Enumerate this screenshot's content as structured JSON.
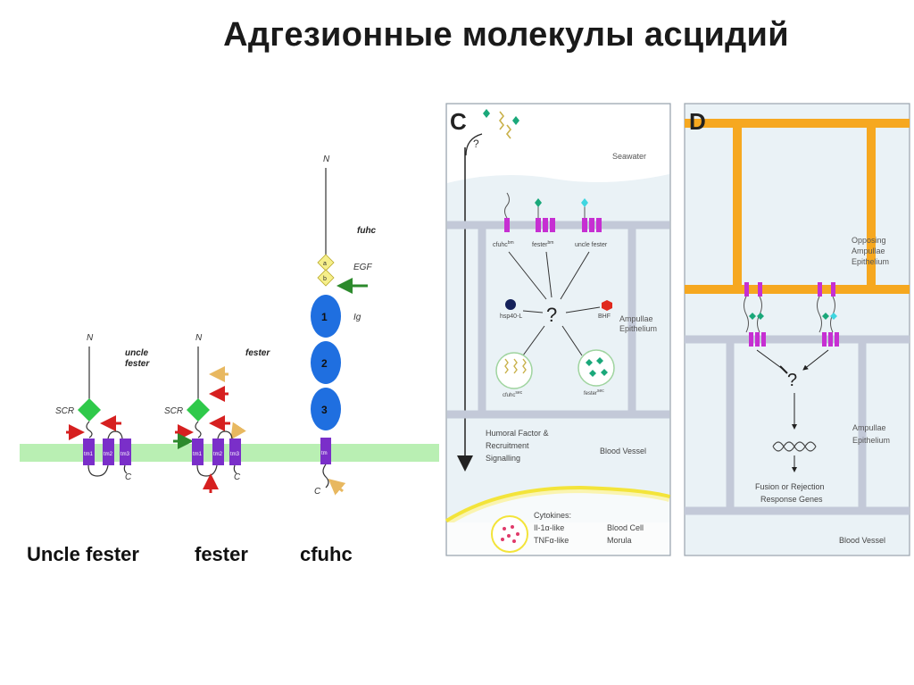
{
  "title": "Адгезионные молекулы асцидий",
  "left_diagram": {
    "labels": [
      "Uncle fester",
      "fester",
      "cfuhc"
    ],
    "uncle": {
      "n": "N",
      "name_line1": "uncle",
      "name_line2": "fester",
      "scr": "SCR",
      "tm1": "tm1",
      "tm2": "tm2",
      "tm3": "tm3",
      "c": "C"
    },
    "fester": {
      "n": "N",
      "name": "fester",
      "scr": "SCR",
      "tm1": "tm1",
      "tm2": "tm2",
      "tm3": "tm3",
      "c": "C"
    },
    "cfuhc": {
      "n": "N",
      "name": "fuhc",
      "a": "a",
      "b": "b",
      "egf": "EGF",
      "ig1": "1",
      "ig2": "2",
      "ig3": "3",
      "ig": "Ig",
      "tm": "tm",
      "c": "C"
    }
  },
  "panel_c": {
    "letter": "C",
    "seawater": "Seawater",
    "q_top": "?",
    "cfuhc": "cfuhc",
    "cfuhc_sup": "bm",
    "fester": "fester",
    "fester_sup": "bm",
    "uncle_fester": "uncle fester",
    "hsp": "hsp40-L",
    "bhf": "BHF",
    "question": "?",
    "ampullae_line1": "Ampullae",
    "ampullae_line2": "Epithelium",
    "cfuhc_sec": "cfuhc",
    "cfuhc_sec_sup": "sec",
    "fester_sec": "fester",
    "fester_sec_sup": "sec",
    "humoral_line1": "Humoral Factor &",
    "humoral_line2": "Recruitment",
    "humoral_line3": "Signalling",
    "blood_vessel": "Blood Vessel",
    "cytokines_line1": "Cytokines:",
    "cytokines_line2": "Il-1α-like",
    "cytokines_line3": "TNFα-like",
    "blood_cell_line1": "Blood Cell",
    "blood_cell_line2": "Morula"
  },
  "panel_d": {
    "letter": "D",
    "opposing_line1": "Opposing",
    "opposing_line2": "Ampullae",
    "opposing_line3": "Epithelium",
    "question": "?",
    "ampullae_line1": "Ampullae",
    "ampullae_line2": "Epithelium",
    "fusion_line1": "Fusion or Rejection",
    "fusion_line2": "Response Genes",
    "blood_vessel": "Blood Vessel"
  },
  "colors": {
    "membrane": "#b9efb3",
    "tm_purple": "#7a2fc9",
    "scr_green": "#2fc94a",
    "ig_blue": "#1f6fe0",
    "egf_yellow": "#f6ef8a",
    "arrow_red": "#d62020",
    "arrow_green": "#2c8a2c",
    "arrow_tan": "#e8b860",
    "panel_bg": "#eaf2f6",
    "cell_line": "#c3c9d8",
    "vessel_yellow": "#f3e43a",
    "d_orange": "#f6a820",
    "magenta": "#c62fd2",
    "teal": "#1aa87a"
  }
}
